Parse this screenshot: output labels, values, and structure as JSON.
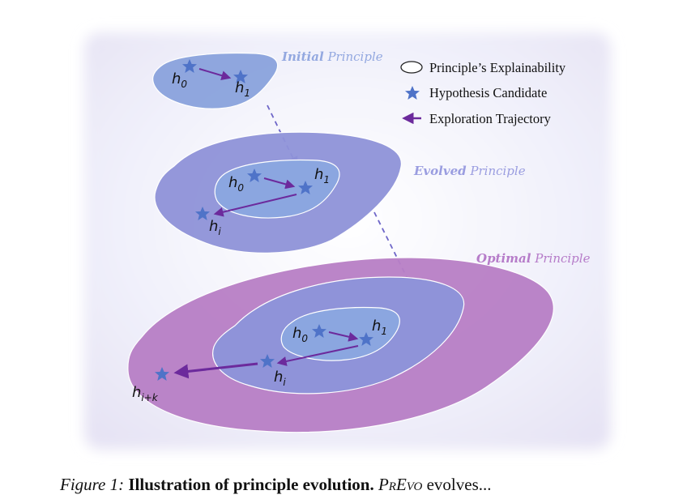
{
  "figure": {
    "labels": {
      "initial": {
        "emph": "Initial",
        "rest": " Principle"
      },
      "evolved": {
        "emph": "Evolved",
        "rest": " Principle"
      },
      "optimal": {
        "emph": "Optimal",
        "rest": " Principle"
      }
    },
    "legend": {
      "items": [
        {
          "icon": "ellipse-icon",
          "label": "Principle’s Explainability"
        },
        {
          "icon": "star-icon",
          "label": "Hypothesis Candidate"
        },
        {
          "icon": "arrow-icon",
          "label": "Exploration Trajectory"
        }
      ]
    },
    "hypotheses": {
      "h0": {
        "base": "h",
        "sub": "0"
      },
      "h1": {
        "base": "h",
        "sub": "1"
      },
      "hi": {
        "base": "h",
        "sub": "i"
      },
      "hik": {
        "base": "h",
        "sub": "i+k"
      }
    },
    "colors": {
      "initial_fill": "#8aa3dd",
      "evolved_fill": "#8f93d9",
      "optimal_fill": "#b87fc6",
      "inner_fill": "#8ba6e0",
      "star": "#4f73c8",
      "arrow": "#6c2a9c",
      "dashed": "#6e66c8",
      "label_initial": "#93a8e0",
      "label_evolved": "#9a9de0",
      "label_optimal": "#b67cc9"
    }
  },
  "caption": {
    "prefix": "Figure 1:",
    "title": "Illustration of principle evolution.",
    "name": "PrEvo",
    "rest": "evolves..."
  }
}
